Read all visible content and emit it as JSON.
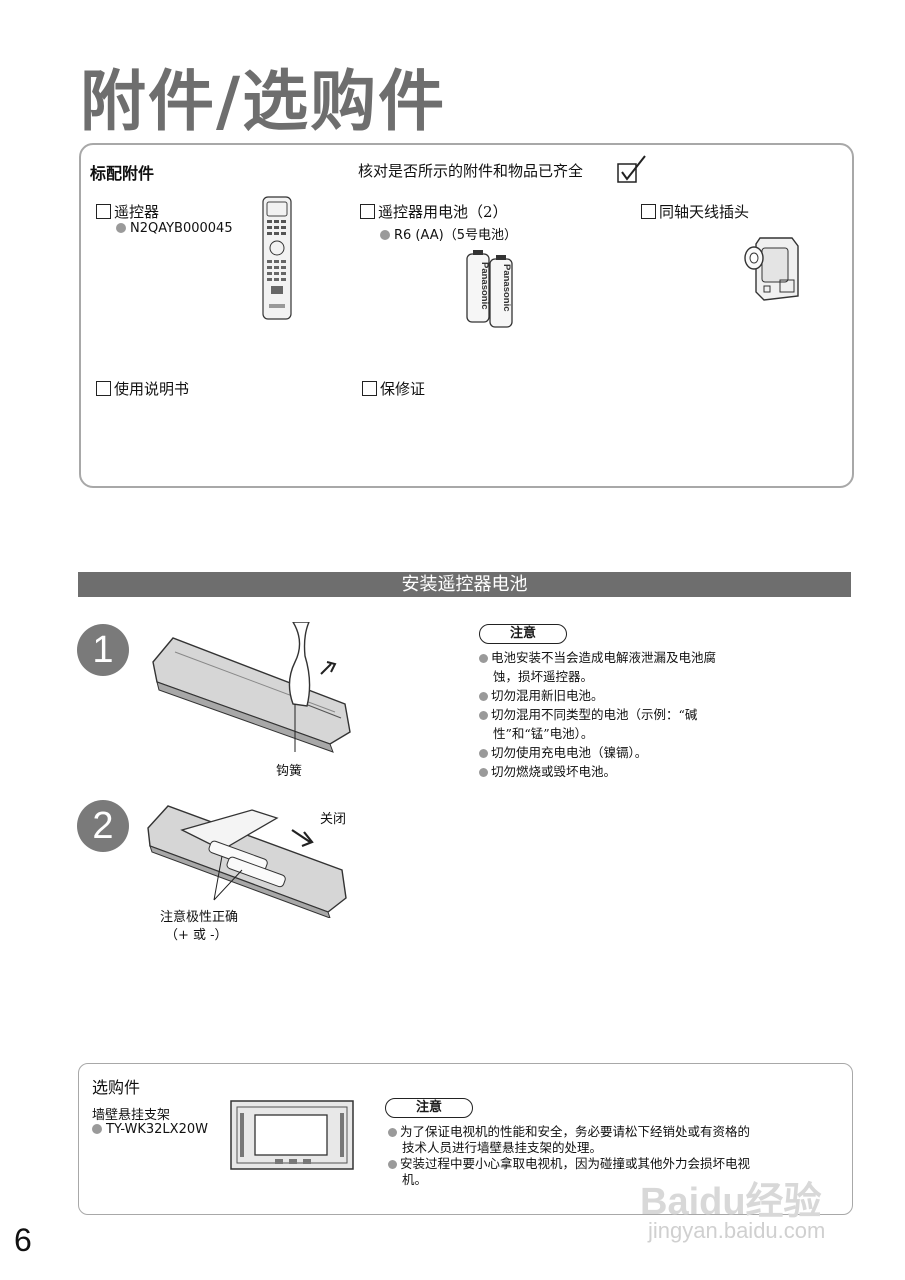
{
  "page_title": "附件/选购件",
  "standard": {
    "heading": "标配附件",
    "check_note": "核对是否所示的附件和物品已齐全",
    "items": [
      {
        "label": "遥控器",
        "sub": "N2QAYB000045"
      },
      {
        "label": "遥控器用电池（2）",
        "sub": "R6 (AA)（5号电池）"
      },
      {
        "label": "同轴天线插头"
      },
      {
        "label": "使用说明书"
      },
      {
        "label": "保修证"
      }
    ],
    "battery_brand": "Panasonic"
  },
  "install": {
    "bar_title": "安装遥控器电池",
    "steps": [
      "1",
      "2"
    ],
    "hook_label": "钩簧",
    "close_label": "关闭",
    "polarity_label": "注意极性正确",
    "polarity_sub": "（+ 或 -）",
    "note_label": "注意",
    "notes": [
      {
        "l1": "电池安装不当会造成电解液泄漏及电池腐",
        "l2": "蚀，损坏遥控器。"
      },
      {
        "l1": "切勿混用新旧电池。"
      },
      {
        "l1": "切勿混用不同类型的电池（示例：“碱",
        "l2": "性”和“锰”电池）。"
      },
      {
        "l1": "切勿使用充电电池（镍镉）。"
      },
      {
        "l1": "切勿燃烧或毁坏电池。"
      }
    ]
  },
  "optional": {
    "heading": "选购件",
    "item_label": "墙壁悬挂支架",
    "item_model": "TY-WK32LX20W",
    "note_label": "注意",
    "notes": [
      {
        "l1": "为了保证电视机的性能和安全，务必要请松下经销处或有资格的",
        "l2": "技术人员进行墙壁悬挂支架的处理。"
      },
      {
        "l1": "安装过程中要小心拿取电视机，因为碰撞或其他外力会损坏电视",
        "l2": "机。"
      }
    ]
  },
  "page_number": "6",
  "watermark": {
    "main": "Baidu经验",
    "sub": "jingyan.baidu.com"
  }
}
